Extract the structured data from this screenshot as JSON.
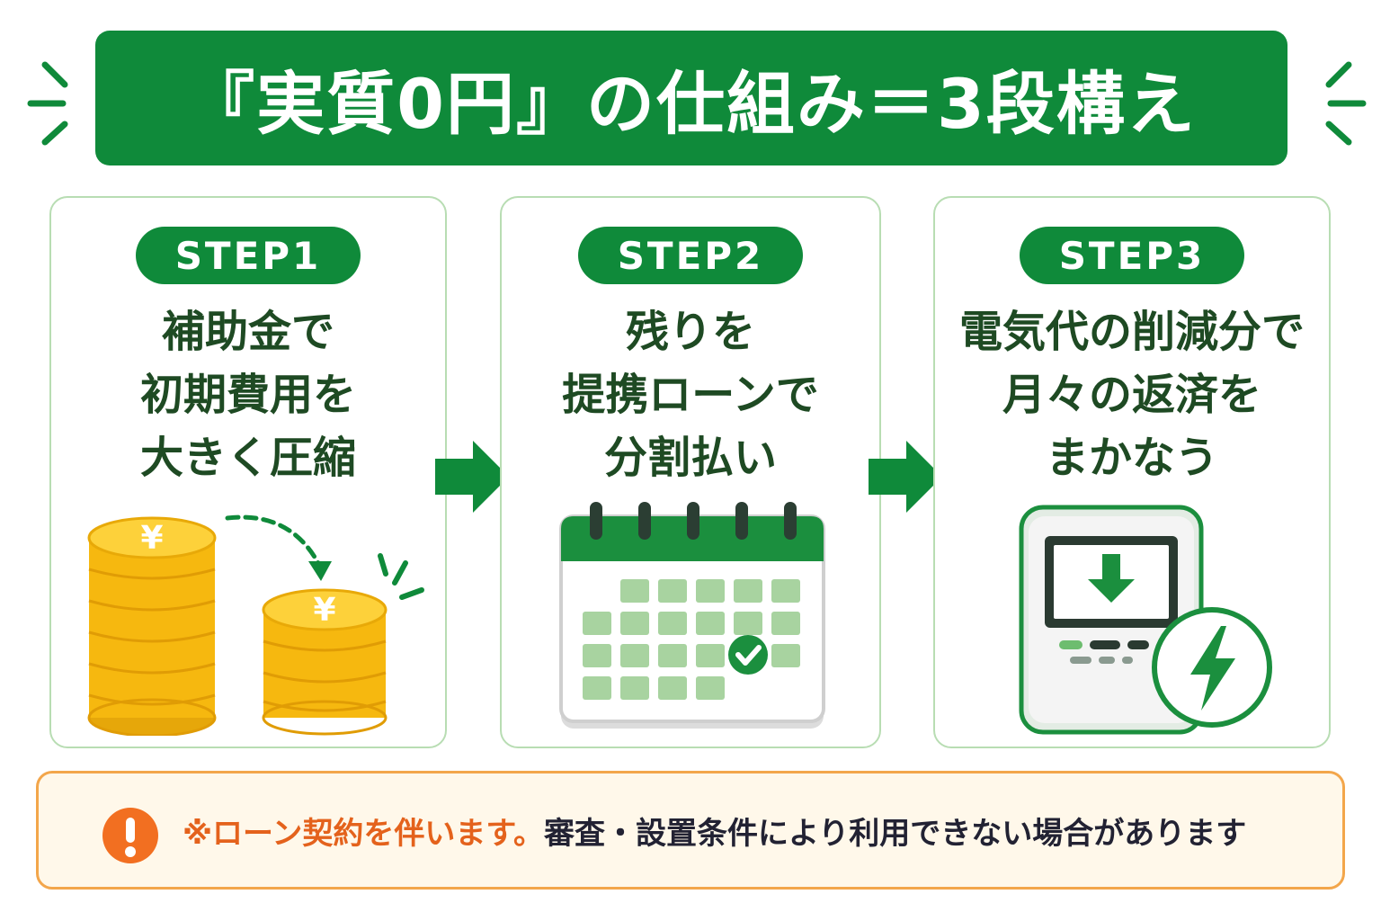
{
  "title": "『実質0円』の仕組み＝3段構え",
  "colors": {
    "primary_green": "#0f8a3a",
    "card_border": "#b8ddb3",
    "dark_text": "#1e4a23",
    "coin_yellow": "#f6b80f",
    "warning_orange": "#e4621c",
    "notice_bg": "#fff8ea"
  },
  "steps": [
    {
      "badge": "STEP1",
      "lines": [
        "補助金で",
        "初期費用を",
        "大きく圧縮"
      ],
      "icon": "coins-icon"
    },
    {
      "badge": "STEP2",
      "lines": [
        "残りを",
        "提携ローンで",
        "分割払い"
      ],
      "icon": "calendar-icon"
    },
    {
      "badge": "STEP3",
      "lines": [
        "電気代の削減分で",
        "月々の返済を",
        "まかなう"
      ],
      "icon": "battery-device-icon"
    }
  ],
  "coin_symbol": "¥",
  "notice": {
    "icon": "exclamation-icon",
    "warning": "※ローン契約を伴います。",
    "detail": "審査・設置条件により利用できない場合があります"
  }
}
